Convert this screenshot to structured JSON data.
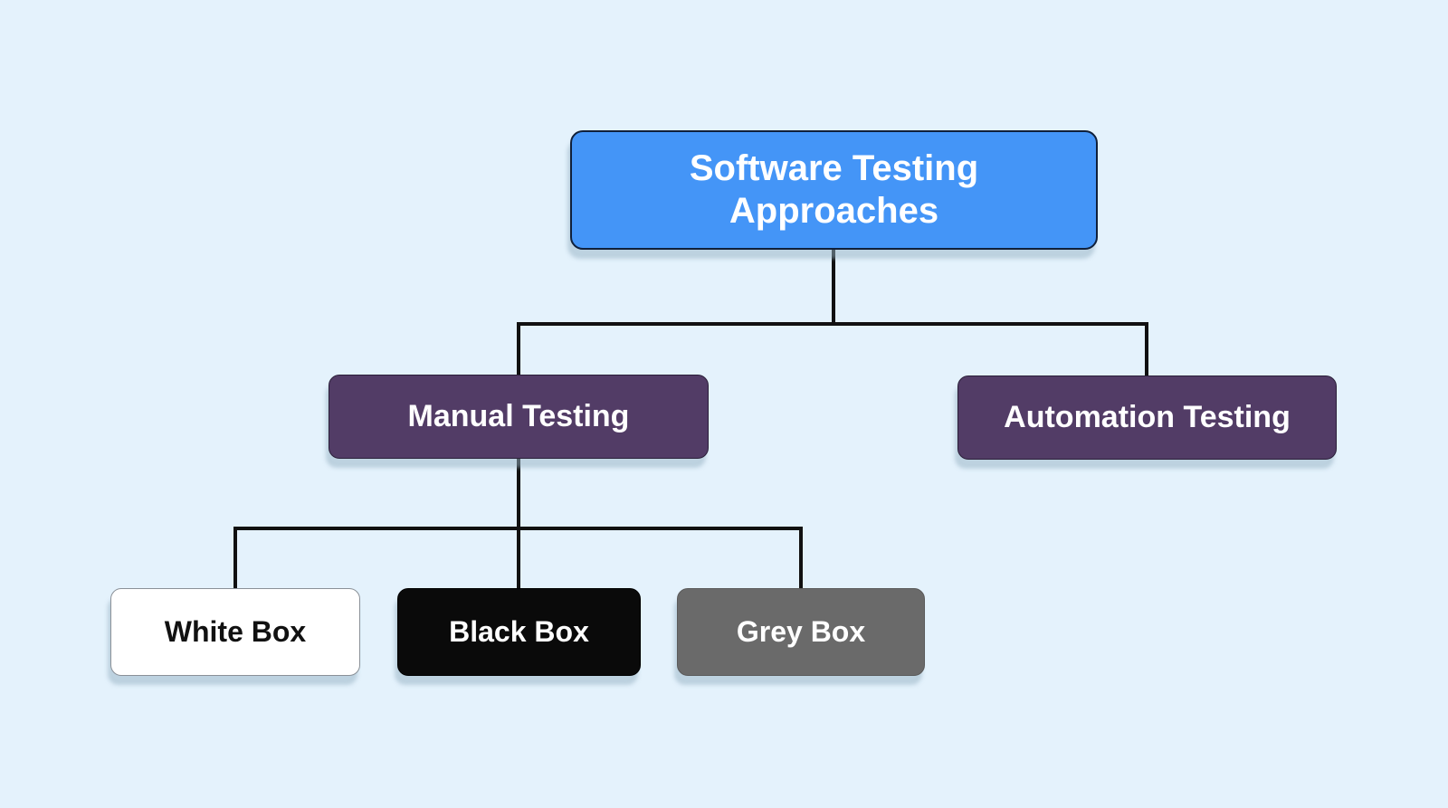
{
  "diagram": {
    "background_color": "#e4f2fc",
    "connector_color": "#111111",
    "nodes": {
      "root": {
        "label": "Software Testing Approaches",
        "fill": "#4495f7",
        "text_color": "#ffffff"
      },
      "manual": {
        "label": "Manual Testing",
        "fill": "#523c66",
        "text_color": "#ffffff"
      },
      "automation": {
        "label": "Automation Testing",
        "fill": "#523c66",
        "text_color": "#ffffff"
      },
      "white_box": {
        "label": "White Box",
        "fill": "#ffffff",
        "text_color": "#111111"
      },
      "black_box": {
        "label": "Black Box",
        "fill": "#0a0a0a",
        "text_color": "#ffffff"
      },
      "grey_box": {
        "label": "Grey Box",
        "fill": "#6a6a6a",
        "text_color": "#ffffff"
      }
    },
    "edges": [
      {
        "from": "root",
        "to": "manual"
      },
      {
        "from": "root",
        "to": "automation"
      },
      {
        "from": "manual",
        "to": "white_box"
      },
      {
        "from": "manual",
        "to": "black_box"
      },
      {
        "from": "manual",
        "to": "grey_box"
      }
    ]
  }
}
